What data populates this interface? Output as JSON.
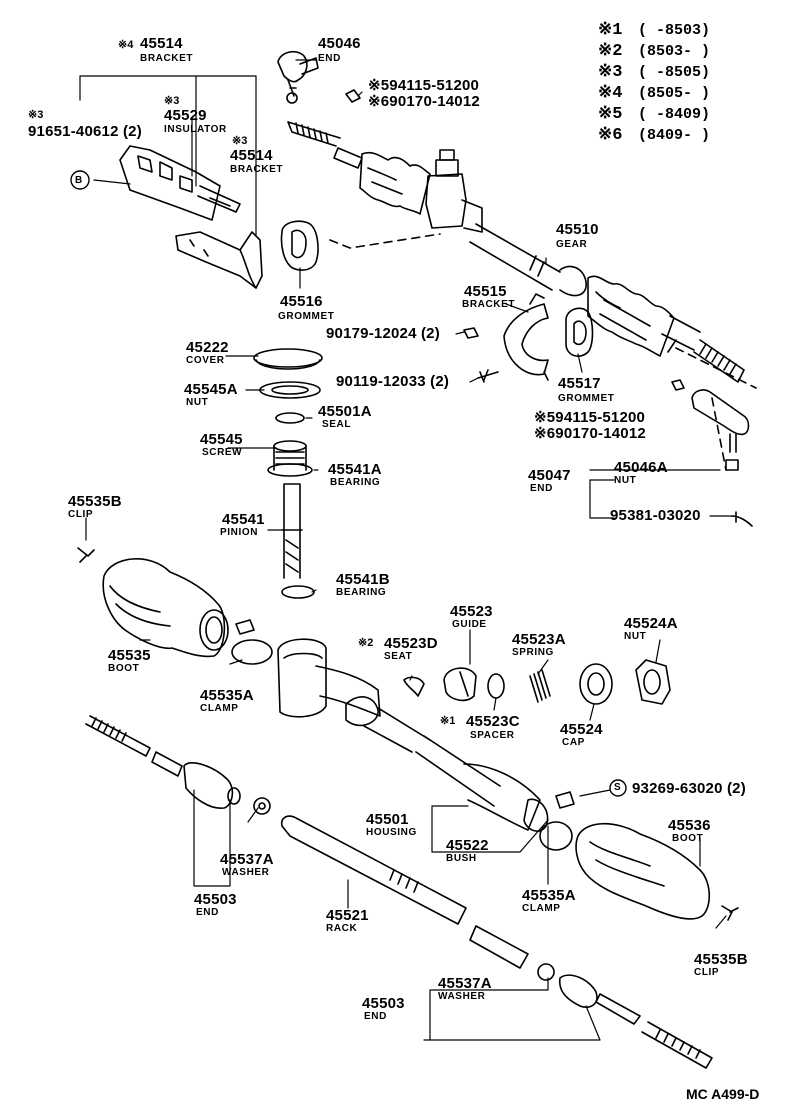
{
  "legend": [
    {
      "mark": "※1",
      "range": "(      -8503)"
    },
    {
      "mark": "※2",
      "range": "(8503-     )"
    },
    {
      "mark": "※3",
      "range": "(      -8505)"
    },
    {
      "mark": "※4",
      "range": "(8505-     )"
    },
    {
      "mark": "※5",
      "range": "(      -8409)"
    },
    {
      "mark": "※6",
      "range": "(8409-     )"
    }
  ],
  "callouts": {
    "c45514a": {
      "mark": "※4",
      "num": "45514",
      "name": "BRACKET"
    },
    "c45046": {
      "num": "45046",
      "name": "END"
    },
    "c59411": {
      "num": "※594115-51200"
    },
    "c90170a": {
      "num": "※690170-14012"
    },
    "c45529": {
      "mark": "※3",
      "num": "45529",
      "name": "INSULATOR"
    },
    "c91651": {
      "mark": "※3",
      "num": "91651-40612 (2)"
    },
    "c45514b": {
      "mark": "※3",
      "num": "45514",
      "name": "BRACKET"
    },
    "cB": {
      "num": "B"
    },
    "c45510": {
      "num": "45510",
      "name": "GEAR"
    },
    "c45516": {
      "num": "45516",
      "name": "GROMMET"
    },
    "c45515": {
      "num": "45515",
      "name": "BRACKET"
    },
    "c90179": {
      "num": "90179-12024 (2)"
    },
    "c45222": {
      "num": "45222",
      "name": "COVER"
    },
    "c45545A": {
      "num": "45545A",
      "name": "NUT"
    },
    "c90119": {
      "num": "90119-12033 (2)"
    },
    "c45517": {
      "num": "45517",
      "name": "GROMMET"
    },
    "c45501A": {
      "num": "45501A",
      "name": "SEAL"
    },
    "c59411b": {
      "num": "※594115-51200"
    },
    "c90170b": {
      "num": "※690170-14012"
    },
    "c45545": {
      "num": "45545",
      "name": "SCREW"
    },
    "c45541A": {
      "num": "45541A",
      "name": "BEARING"
    },
    "c45047": {
      "num": "45047",
      "name": "END"
    },
    "c45046A": {
      "num": "45046A",
      "name": "NUT"
    },
    "c95381": {
      "num": "95381-03020"
    },
    "c45541": {
      "num": "45541",
      "name": "PINION"
    },
    "c45535Ba": {
      "num": "45535B",
      "name": "CLIP"
    },
    "c45541B": {
      "num": "45541B",
      "name": "BEARING"
    },
    "c45523": {
      "num": "45523",
      "name": "GUIDE"
    },
    "c45524A": {
      "num": "45524A",
      "name": "NUT"
    },
    "c45523D": {
      "mark": "※2",
      "num": "45523D",
      "name": "SEAT"
    },
    "c45523A": {
      "num": "45523A",
      "name": "SPRING"
    },
    "c45535": {
      "num": "45535",
      "name": "BOOT"
    },
    "c45535Aa": {
      "num": "45535A",
      "name": "CLAMP"
    },
    "c45523C": {
      "mark": "※1",
      "num": "45523C",
      "name": "SPACER"
    },
    "c45524": {
      "num": "45524",
      "name": "CAP"
    },
    "c93269": {
      "num": "S",
      "num2": "93269-63020 (2)"
    },
    "c45501": {
      "num": "45501",
      "name": "HOUSING"
    },
    "c45522": {
      "num": "45522",
      "name": "BUSH"
    },
    "c45536": {
      "num": "45536",
      "name": "BOOT"
    },
    "c45537Aa": {
      "num": "45537A",
      "name": "WASHER"
    },
    "c45503a": {
      "num": "45503",
      "name": "END"
    },
    "c45521": {
      "num": "45521",
      "name": "RACK"
    },
    "c45535Ab": {
      "num": "45535A",
      "name": "CLAMP"
    },
    "c45535Bb": {
      "num": "45535B",
      "name": "CLIP"
    },
    "c45537Ab": {
      "num": "45537A",
      "name": "WASHER"
    },
    "c45503b": {
      "num": "45503",
      "name": "END"
    }
  },
  "footer": "MC A499-D"
}
